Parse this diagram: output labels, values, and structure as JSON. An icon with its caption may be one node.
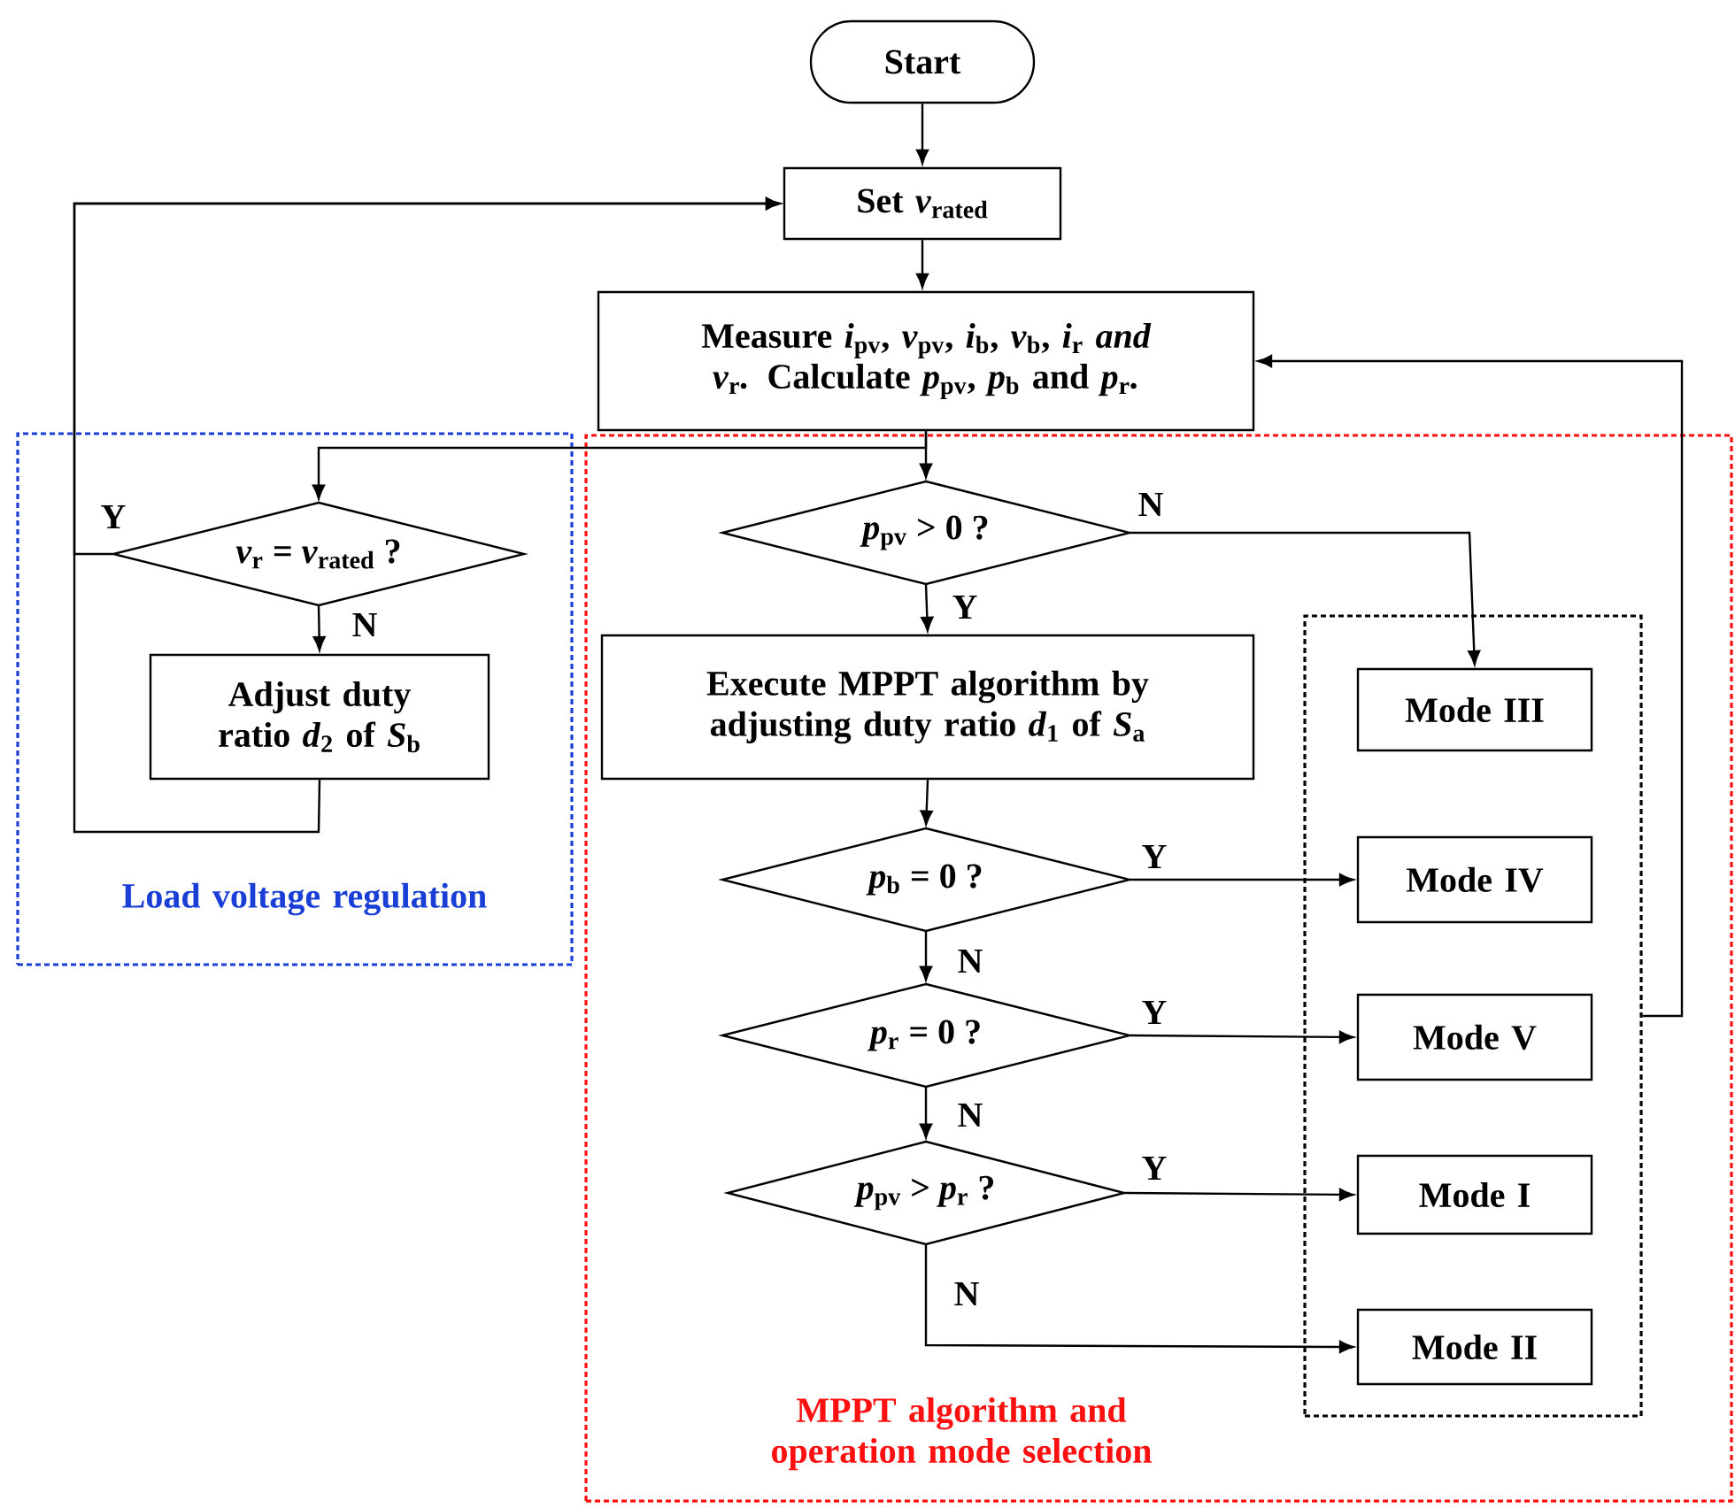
{
  "diagram": {
    "nodes": [
      {
        "text": [
          "Start"
        ]
      },
      {
        "text": [
          "Set *v*$_{rated}$"
        ]
      },
      {
        "text": [
          "Measure *i*$_{pv}$, *v*$_{pv}$, *i*$_{b}$, *v*$_{b}$, *i*$_{r}$ *and v*$_{r}$*.* Calculate *p*$_{pv}$, *p*$_{b}$ and *p*$_{r}$*.*"
        ]
      },
      {
        "text": [
          "Load voltage regulation"
        ]
      },
      {
        "text": [
          "*v*$_{r}$ = *v*$_{rated}$ ?"
        ],
        "in": 3
      },
      {
        "text": [
          "Adjust duty ratio *d*$_{2}$ of *S*$_{b}$"
        ],
        "in": 3
      },
      {
        "text": [
          "MPPT algorithm and operation mode selection"
        ]
      },
      {
        "text": [
          "*p*$_{pv}$ > 0 ?"
        ],
        "in": 6
      },
      {
        "text": [
          "Execute MPPT algorithm by adjusting duty ratio *d*$_{1}$ of *S*$_{a}$"
        ],
        "in": 6
      },
      {
        "text": [
          "*p*$_{b}$ = 0 ?"
        ],
        "in": 6
      },
      {
        "text": [
          "*p*$_{r}$ = 0 ?"
        ],
        "in": 6
      },
      {
        "text": [
          "*p*$_{pv}$ > *p*$_{r}$ ?"
        ],
        "in": 6
      },
      {
        "text": [],
        "shape": "box",
        "in": 6
      },
      {
        "text": [
          "Mode III"
        ],
        "in": 12
      },
      {
        "text": [
          "Mode IV"
        ],
        "in": 12
      },
      {
        "text": [
          "Mode V"
        ],
        "in": 12
      },
      {
        "text": [
          "Mode I"
        ],
        "in": 12
      },
      {
        "text": [
          "Mode II"
        ],
        "in": 12
      }
    ],
    "edges": [
      {
        "from": 0,
        "to": 1,
        "arrow": "to"
      },
      {
        "from": 1,
        "to": 2,
        "arrow": "to"
      },
      {
        "from": 2,
        "to": 7,
        "arrow": "to"
      },
      {
        "from": 2,
        "to": 4,
        "arrow": "to"
      },
      {
        "from": 4,
        "to": 5,
        "arrow": "to",
        "label": "N"
      },
      {
        "from": 4,
        "to": 1,
        "arrow": "to",
        "label": "Y"
      },
      {
        "from": 5,
        "to": 1,
        "arrow": "to"
      },
      {
        "from": 7,
        "to": 8,
        "arrow": "to",
        "label": "Y"
      },
      {
        "from": 7,
        "to": 13,
        "arrow": "to",
        "label": "N"
      },
      {
        "from": 8,
        "to": 9,
        "arrow": "to"
      },
      {
        "from": 9,
        "to": 14,
        "arrow": "to",
        "label": "Y"
      },
      {
        "from": 9,
        "to": 10,
        "arrow": "to",
        "label": "N"
      },
      {
        "from": 10,
        "to": 15,
        "arrow": "to",
        "label": "Y"
      },
      {
        "from": 10,
        "to": 11,
        "arrow": "to",
        "label": "N"
      },
      {
        "from": 11,
        "to": 16,
        "arrow": "to",
        "label": "Y"
      },
      {
        "from": 11,
        "to": 17,
        "arrow": "to",
        "label": "N"
      },
      {
        "from": 12,
        "to": 2,
        "arrow": "to"
      }
    ]
  }
}
